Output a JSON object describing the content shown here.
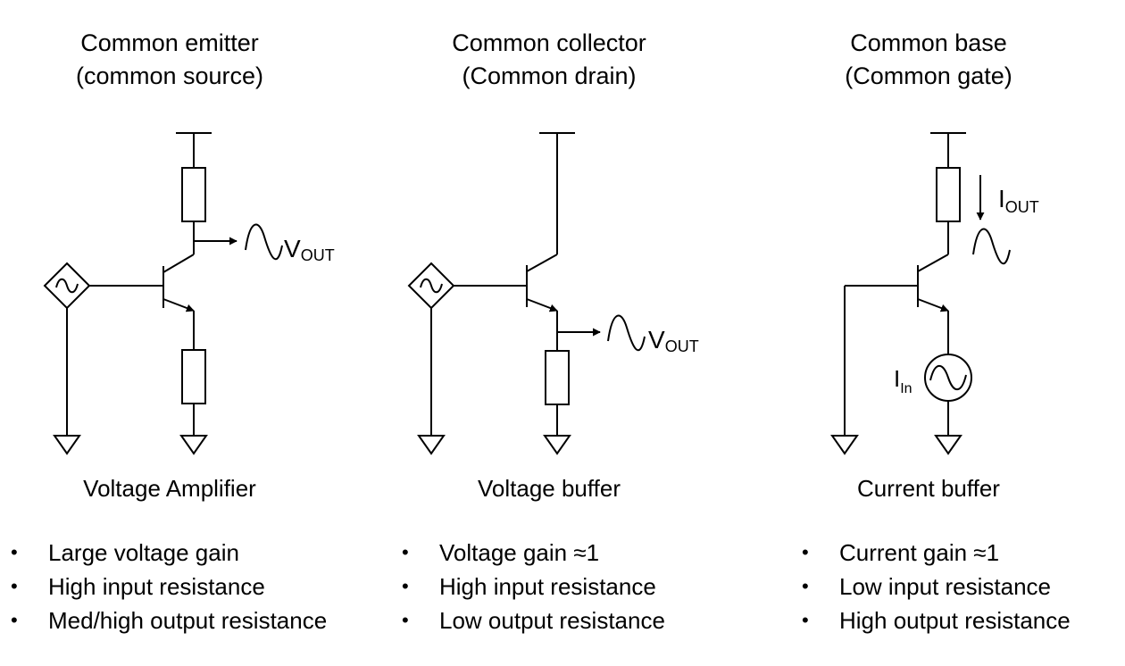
{
  "columns": [
    {
      "title_line1": "Common emitter",
      "title_line2": "(common source)",
      "subtitle": "Voltage Amplifier",
      "bullets": [
        "Large voltage gain",
        "High input resistance",
        "Med/high output resistance"
      ]
    },
    {
      "title_line1": "Common collector",
      "title_line2": "(Common drain)",
      "subtitle": "Voltage buffer",
      "bullets": [
        "Voltage gain ≈1",
        "High input resistance",
        "Low output resistance"
      ]
    },
    {
      "title_line1": "Common base",
      "title_line2": "(Common gate)",
      "subtitle": "Current buffer",
      "bullets": [
        "Current gain ≈1",
        "Low input resistance",
        "High output resistance"
      ]
    }
  ],
  "labels": {
    "v": "V",
    "out": "OUT",
    "i": "I",
    "in": "In"
  }
}
